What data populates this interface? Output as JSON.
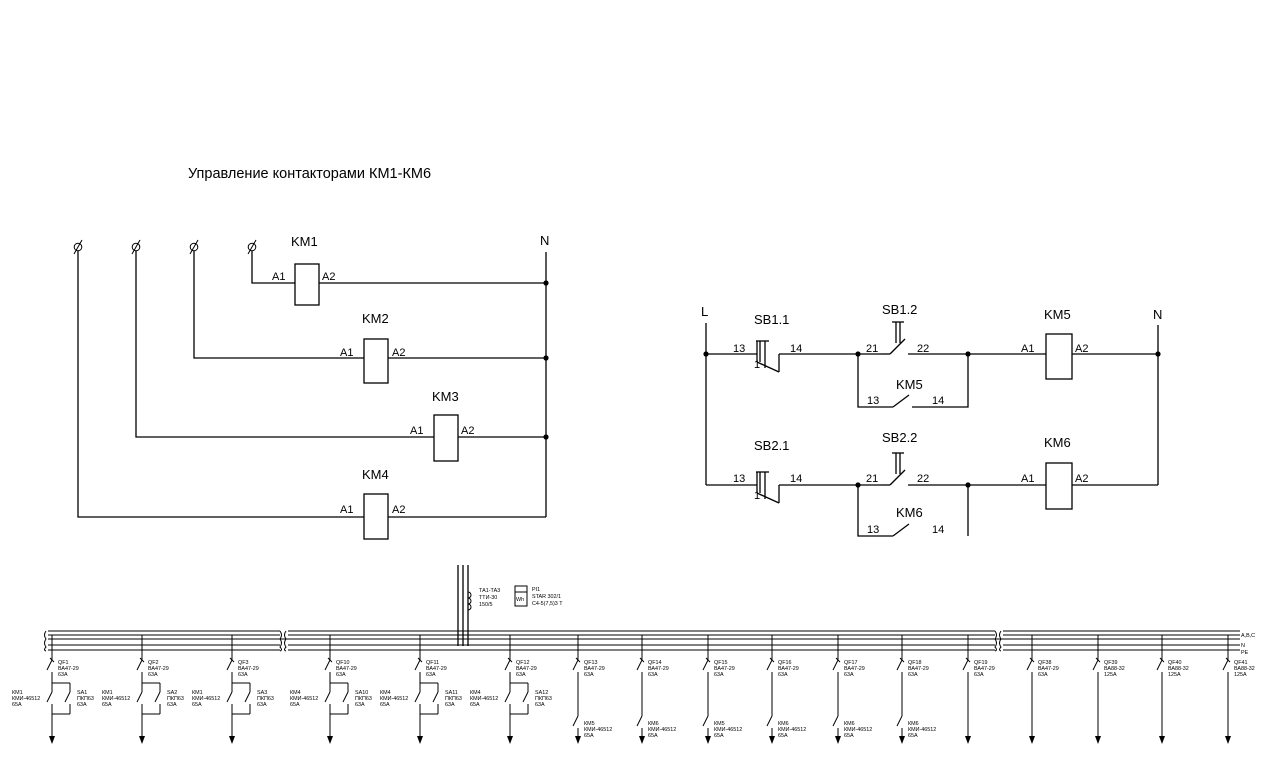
{
  "title": "Управление контакторами КМ1-КМ6",
  "left_circuit": {
    "neutral": "N",
    "coils": [
      "KM1",
      "KM2",
      "KM3",
      "KM4"
    ],
    "terminal_a1": "A1",
    "terminal_a2": "A2"
  },
  "right_circuit": {
    "line": "L",
    "neutral": "N",
    "terminal_a1": "A1",
    "terminal_a2": "A2",
    "rows": [
      {
        "stop": "SB1.1",
        "start": "SB1.2",
        "coil": "KM5",
        "hold": "KM5"
      },
      {
        "stop": "SB2.1",
        "start": "SB2.2",
        "coil": "KM6",
        "hold": "KM6"
      }
    ],
    "pins": {
      "c13": "13",
      "c14": "14",
      "c21": "21",
      "c22": "22"
    }
  },
  "busbar": {
    "labels": [
      "A,B,C",
      "N",
      "PE"
    ],
    "ct": {
      "line1": "ТА1-ТА3",
      "line2": "ТТИ-30",
      "line3": "150/5"
    },
    "meter": {
      "symbol": "Wh",
      "line1": "PI1",
      "line2": "STAR 302/1",
      "line3": "С4-5(7,5)3 Т"
    }
  },
  "feeders": [
    {
      "qf": "QF1",
      "model": "ВА47-29",
      "rating": "63А",
      "km": "КМ1",
      "km_model": "КМИ-46512",
      "km_rating": "65А",
      "sa": "SA1",
      "sa_model": "ПКП63",
      "sa_rating": "63А"
    },
    {
      "qf": "QF2",
      "model": "ВА47-29",
      "rating": "63А",
      "km": "КМ1",
      "km_model": "КМИ-46512",
      "km_rating": "65А",
      "sa": "SA2",
      "sa_model": "ПКП63",
      "sa_rating": "63А"
    },
    {
      "qf": "QF3",
      "model": "ВА47-29",
      "rating": "63А",
      "km": "КМ1",
      "km_model": "КМИ-46512",
      "km_rating": "65А",
      "sa": "SA3",
      "sa_model": "ПКП63",
      "sa_rating": "63А"
    },
    {
      "qf": "QF10",
      "model": "ВА47-29",
      "rating": "63А",
      "km": "КМ4",
      "km_model": "КМИ-46512",
      "km_rating": "65А",
      "sa": "SA10",
      "sa_model": "ПКП63",
      "sa_rating": "63А"
    },
    {
      "qf": "QF11",
      "model": "ВА47-29",
      "rating": "63А",
      "km": "КМ4",
      "km_model": "КМИ-46512",
      "km_rating": "65А",
      "sa": "SA11",
      "sa_model": "ПКП63",
      "sa_rating": "63А"
    },
    {
      "qf": "QF12",
      "model": "ВА47-29",
      "rating": "63А",
      "km": "КМ4",
      "km_model": "КМИ-46512",
      "km_rating": "65А",
      "sa": "SA12",
      "sa_model": "ПКП63",
      "sa_rating": "63А"
    },
    {
      "qf": "QF13",
      "model": "ВА47-29",
      "rating": "63А",
      "km": "КМ5",
      "km_model": "КМИ-46512",
      "km_rating": "65А"
    },
    {
      "qf": "QF14",
      "model": "ВА47-29",
      "rating": "63А",
      "km": "КМ6",
      "km_model": "КМИ-46512",
      "km_rating": "65А"
    },
    {
      "qf": "QF15",
      "model": "ВА47-29",
      "rating": "63А",
      "km": "КМ5",
      "km_model": "КМИ-46512",
      "km_rating": "65А"
    },
    {
      "qf": "QF16",
      "model": "ВА47-29",
      "rating": "63А",
      "km": "КМ6",
      "km_model": "КМИ-46512",
      "km_rating": "65А"
    },
    {
      "qf": "QF17",
      "model": "ВА47-29",
      "rating": "63А",
      "km": "КМ6",
      "km_model": "КМИ-46512",
      "km_rating": "65А"
    },
    {
      "qf": "QF18",
      "model": "ВА47-29",
      "rating": "63А",
      "km": "КМ6",
      "km_model": "КМИ-46512",
      "km_rating": "65А"
    },
    {
      "qf": "QF19",
      "model": "ВА47-29",
      "rating": "63А"
    },
    {
      "qf": "QF38",
      "model": "ВА47-29",
      "rating": "63А"
    },
    {
      "qf": "QF39",
      "model": "ВА88-32",
      "rating": "125А"
    },
    {
      "qf": "QF40",
      "model": "ВА88-32",
      "rating": "125А"
    },
    {
      "qf": "QF41",
      "model": "ВА88-32",
      "rating": "125А"
    }
  ]
}
